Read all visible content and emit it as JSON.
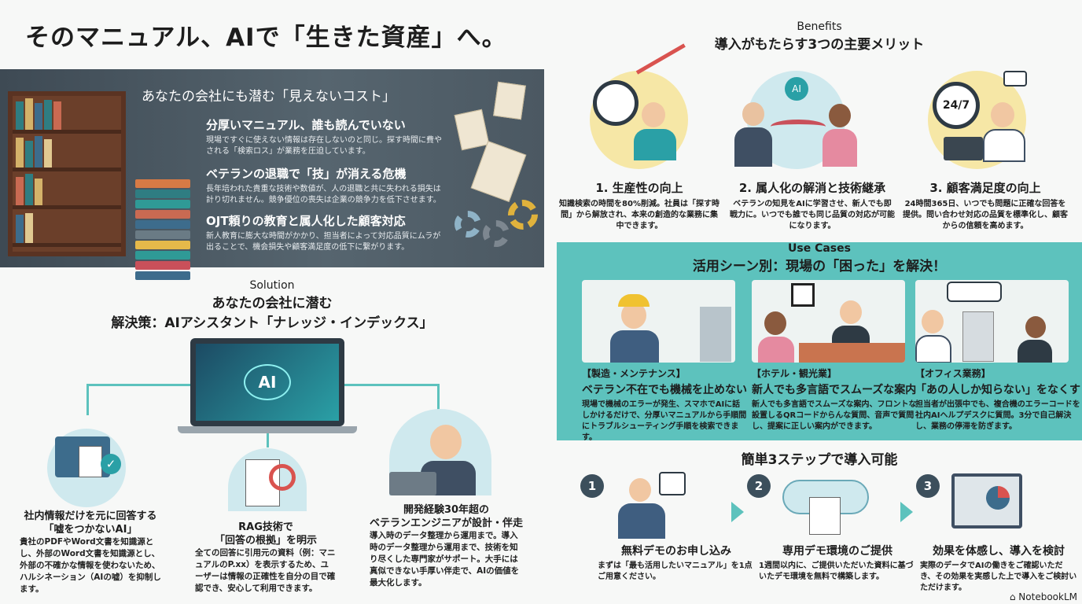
{
  "title": "そのマニュアル、AIで「生きた資産」へ。",
  "problem": {
    "heading": "あなたの会社にも潜む「見えないコスト」",
    "items": [
      {
        "title": "分厚いマニュアル、誰も読んでいない",
        "text": "現場ですぐに使えない情報は存在しないのと同じ。探す時間に費やされる「検索ロス」が業務を圧迫しています。"
      },
      {
        "title": "ベテランの退職で「技」が消える危機",
        "text": "長年培われた貴重な技術や数値が、人の退職と共に失われる損失は計り切れません。競争優位の喪失は企業の競争力を低下させます。"
      },
      {
        "title": "OJT頼りの教育と属人化した顧客対応",
        "text": "新人教育に膨大な時間がかかり、担当者によって対応品質にムラが出ることで、機会損失や顧客満足度の低下に繋がります。"
      }
    ]
  },
  "solution": {
    "label": "Solution",
    "heading1": "あなたの会社に潜む",
    "heading2": "解決策：AIアシスタント「ナレッジ・インデックス」",
    "laptop_text": "AI",
    "columns": [
      {
        "title1": "社内情報だけを元に回答する",
        "title2": "「嘘をつかないAI」",
        "text": "貴社のPDFやWord文書を知識源とし、外部のWord文書を知識源とし、外部の不確かな情報を使わないため、ハルシネーション（AIの嘘）を抑制します。"
      },
      {
        "title1": "RAG技術で",
        "title2": "「回答の根拠」を明示",
        "text": "全ての回答に引用元の資料（例：マニュアルのP.xx）を表示するため、ユーザーは情報の正確性を自分の目で確認でき、安心して利用できます。"
      },
      {
        "title1": "開発経験30年超の",
        "title2": "ベテランエンジニアが設計・伴走",
        "text": "導入時のデータ整理から運用まで。導入時のデータ整理から運用まで、技術を知り尽くした専門家がサポート。大手には真似できない手厚い伴走で、AIの価値を最大化します。"
      }
    ]
  },
  "benefits": {
    "label": "Benefits",
    "heading": "導入がもたらす3つの主要メリット",
    "clock_text": "24/7",
    "ai_badge": "AI",
    "items": [
      {
        "title": "1. 生産性の向上",
        "text": "知識検索の時間を80%削減。社員は「探す時間」から解放され、本来の創造的な業務に集中できます。"
      },
      {
        "title": "2. 属人化の解消と技術継承",
        "text": "ベテランの知見をAIに学習させ、新人でも即戦力に。いつでも誰でも同じ品質の対応が可能になります。"
      },
      {
        "title": "3. 顧客満足度の向上",
        "text": "24時間365日、いつでも問題に正確な回答を提供。問い合わせ対応の品質を標準化し、顧客からの信頼を高めます。"
      }
    ]
  },
  "usecases": {
    "label": "Use Cases",
    "heading": "活用シーン別：現場の「困った」を解決！",
    "items": [
      {
        "tag": "【製造・メンテナンス】",
        "title": "ベテラン不在でも機械を止めない",
        "text": "現場で機械のエラーが発生、スマホでAIに話しかけるだけで、分厚いマニュアルから手順間にトラブルシューティング手順を検索できます。"
      },
      {
        "tag": "【ホテル・観光業】",
        "title": "新人でも多言語でスムーズな案内",
        "text": "新人でも多言語でスムーズな案内、フロントな設置しるQRコードからんな質問、音声で質問し、提案に正しい案内ができます。"
      },
      {
        "tag": "【オフィス業務】",
        "title": "「あの人しか知らない」をなくす",
        "text": "担当者が出張中でも、複合機のエラーコードを社内AIヘルプデスクに質問。3分で自己解決し、業務の停滞を防ぎます。"
      }
    ]
  },
  "steps": {
    "heading": "簡単3ステップで導入可能",
    "items": [
      {
        "num": "1",
        "title": "無料デモのお申し込み",
        "text": "まずは「最も活用したいマニュアル」を1点ご用意ください。"
      },
      {
        "num": "2",
        "title": "専用デモ環境のご提供",
        "text": "1週間以内に、ご提供いただいた資料に基づいたデモ環境を無料で構築します。"
      },
      {
        "num": "3",
        "title": "効果を体感し、導入を検討",
        "text": "実際のデータでAIの働きをご確認いただき、その効果を実感した上で導入をご検討いただけます。"
      }
    ]
  },
  "watermark": "NotebookLM",
  "colors": {
    "teal": "#5dc2bd",
    "dark_panel": "#4b5862",
    "yellow": "#f6e7a6",
    "light_blue": "#cfe9ee"
  }
}
